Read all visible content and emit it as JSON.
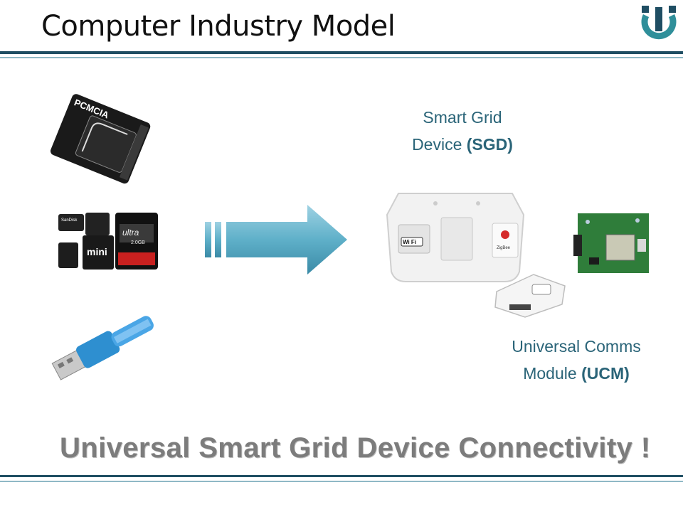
{
  "slide": {
    "title": "Computer Industry Model",
    "sgd_label_line1": "Smart Grid",
    "sgd_label_line2_plain": "Device ",
    "sgd_label_line2_bold": "(SGD)",
    "ucm_label_line1": "Universal Comms",
    "ucm_label_line2_plain": "Module ",
    "ucm_label_line2_bold": "(UCM)",
    "tagline": "Universal Smart Grid Device Connectivity !"
  },
  "images": {
    "pcmcia_text": "PCMCIA",
    "sd_brand": "SanDisk",
    "sd_ultra_text": "ultra",
    "sd_capacity": "2.0GB",
    "sd_mini_text": "mini",
    "wifi_text": "Wi Fi",
    "zigbee_text": "ZigBee"
  },
  "colors": {
    "accent": "#2a6478",
    "rule": "#1f4e63",
    "arrow": "#5fb0c9",
    "tagline": "#7c7c7c"
  }
}
